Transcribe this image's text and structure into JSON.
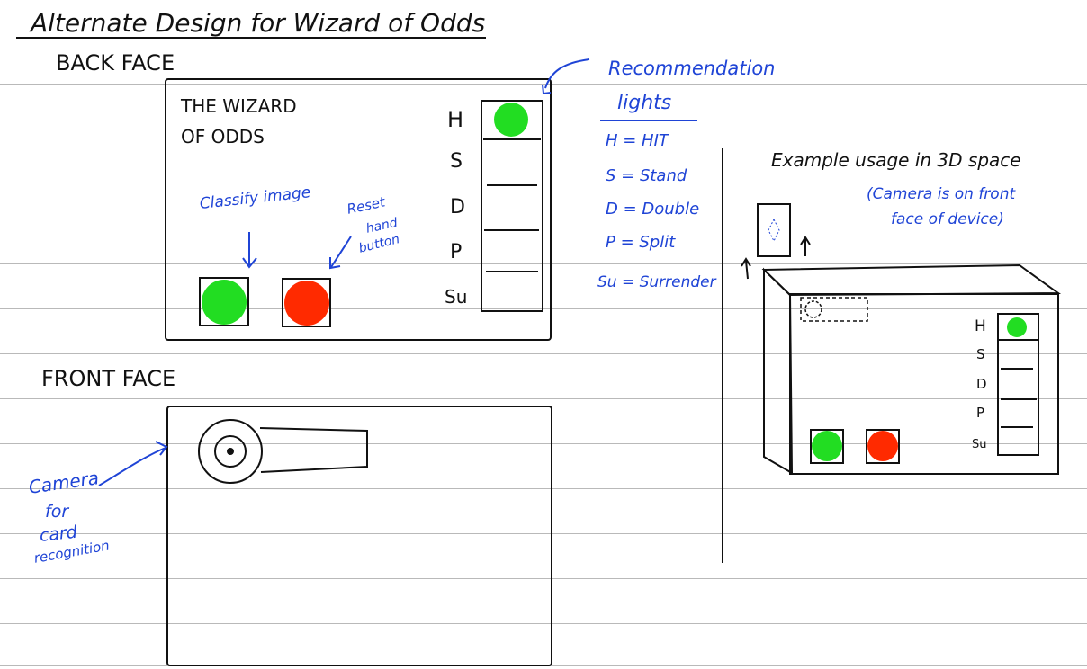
{
  "page": {
    "title": "Alternate Design for Wizard of Odds",
    "back_face_label": "BACK FACE",
    "front_face_label": "FRONT FACE"
  },
  "device": {
    "name_line1": "THE WIZARD",
    "name_line2": "OF ODDS",
    "light_letters": [
      "H",
      "S",
      "D",
      "P",
      "Su"
    ],
    "light_color_on": "#22dd22",
    "classify_button_color": "#22dd22",
    "reset_button_color": "#ff2a00"
  },
  "annotations": {
    "recommendation_title_1": "Recommendation",
    "recommendation_title_2": "lights",
    "legend": [
      "H = HIT",
      "S = Stand",
      "D = Double",
      "P = Split",
      "Su = Surrender"
    ],
    "classify_label": "Classify image",
    "reset_label_1": "Reset",
    "reset_label_2": "hand",
    "reset_label_3": "button",
    "camera_label": [
      "Camera",
      "for",
      "card",
      "recognition"
    ],
    "example_title": "Example usage in 3D space",
    "example_note_1": "(Camera is on front",
    "example_note_2": "face of device)"
  },
  "colors": {
    "ink": "#111111",
    "annotation": "#1f44d6",
    "rule": "#b9b9b9"
  }
}
